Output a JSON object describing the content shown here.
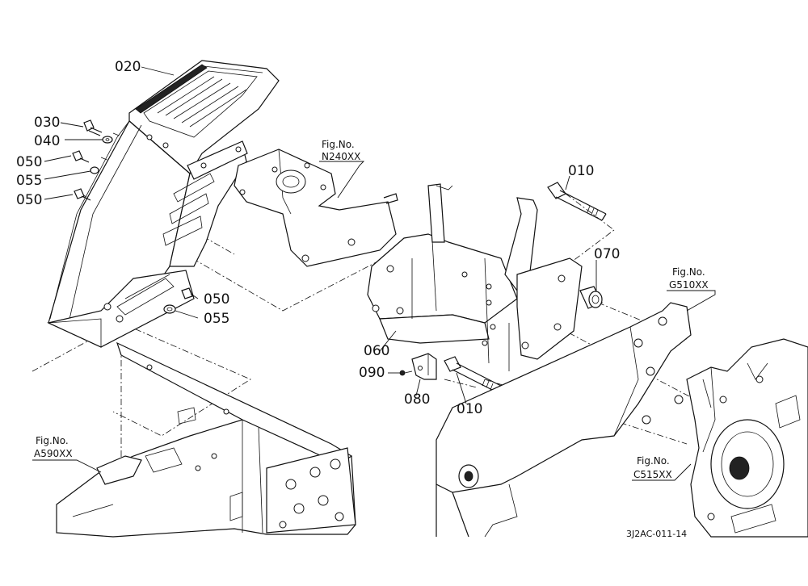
{
  "parts": {
    "p020": "020",
    "p030": "030",
    "p040": "040",
    "p050_top": "050",
    "p055_top": "055",
    "p050_mid": "050",
    "p050_low": "050",
    "p055_low": "055",
    "p060": "060",
    "p070": "070",
    "p080": "080",
    "p090": "090",
    "p010_top": "010",
    "p010_low": "010"
  },
  "figure_refs": {
    "n240": {
      "label": "Fig.No.",
      "code": "N240XX"
    },
    "g510": {
      "label": "Fig.No.",
      "code": "G510XX"
    },
    "a590": {
      "label": "Fig.No.",
      "code": "A590XX"
    },
    "c515": {
      "label": "Fig.No.",
      "code": "C515XX"
    }
  },
  "drawing_code": "3J2AC-011-14"
}
